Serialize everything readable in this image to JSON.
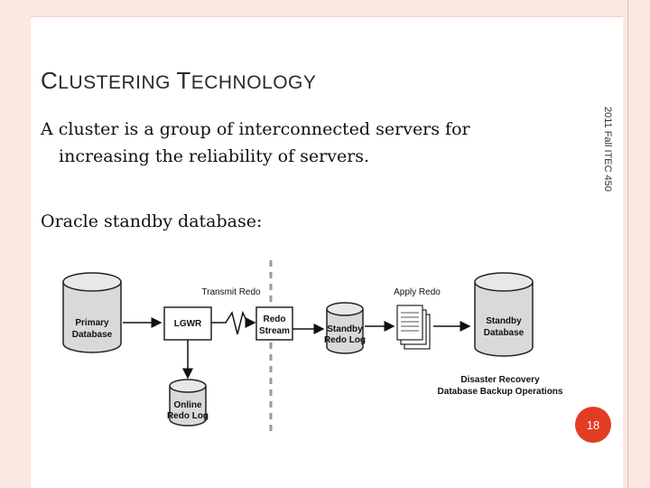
{
  "slide": {
    "title_cap1": "C",
    "title_rest1": "LUSTERING ",
    "title_cap2": "T",
    "title_rest2": "ECHNOLOGY",
    "bullet1_line1": "A cluster is a group of interconnected servers for",
    "bullet1_line2": "increasing the reliability of servers.",
    "bullet2": "Oracle standby database:",
    "side_label": "2011 Fall    ITEC 450",
    "page_number": "18"
  },
  "diagram": {
    "primary_db_line1": "Primary",
    "primary_db_line2": "Database",
    "lgwr": "LGWR",
    "transmit_redo": "Transmit Redo",
    "redo_stream_line1": "Redo",
    "redo_stream_line2": "Stream",
    "standby_redo_line1": "Standby",
    "standby_redo_line2": "Redo Log",
    "apply_redo": "Apply Redo",
    "standby_db_line1": "Standby",
    "standby_db_line2": "Database",
    "online_redo_line1": "Online",
    "online_redo_line2": "Redo Log",
    "dr_line1": "Disaster Recovery",
    "dr_line2": "Database Backup Operations"
  },
  "colors": {
    "frame": "#fbe9e2",
    "accent": "#e23d22",
    "cylinder_fill": "#d9d9d9"
  }
}
